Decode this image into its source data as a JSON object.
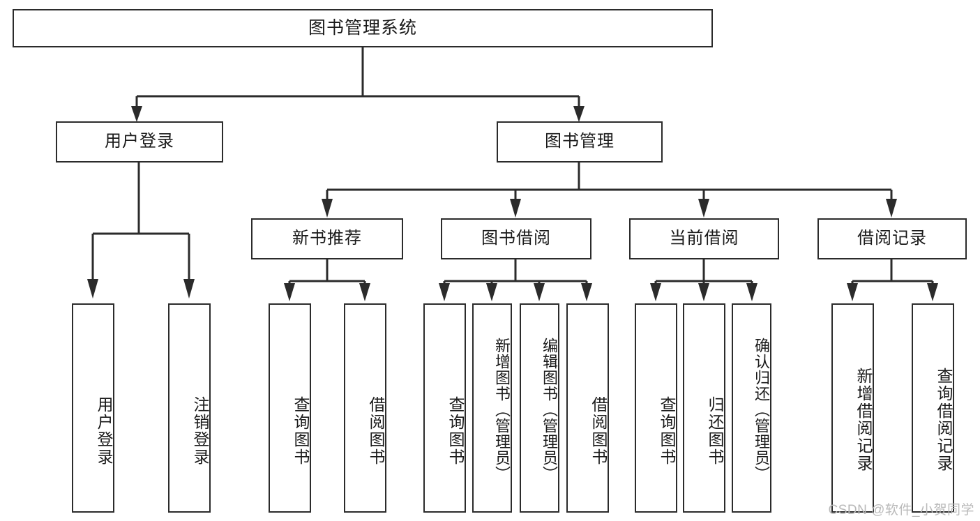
{
  "diagram": {
    "title": "图书管理系统",
    "type": "tree",
    "watermark": "CSDN @软件_小贺同学",
    "accent_color": "#2b2b2b",
    "background_color": "#ffffff",
    "levels": {
      "root": {
        "label": "图书管理系统"
      },
      "level2": [
        {
          "id": "user-login",
          "label": "用户登录"
        },
        {
          "id": "book-manage",
          "label": "图书管理"
        }
      ],
      "level3": [
        {
          "id": "new-book-rec",
          "label": "新书推荐",
          "parent": "book-manage"
        },
        {
          "id": "book-borrow",
          "label": "图书借阅",
          "parent": "book-manage"
        },
        {
          "id": "current-borrow",
          "label": "当前借阅",
          "parent": "book-manage"
        },
        {
          "id": "borrow-record",
          "label": "借阅记录",
          "parent": "book-manage"
        }
      ],
      "leaves": [
        {
          "id": "leaf-user-login",
          "label": "用户登录",
          "parent": "user-login"
        },
        {
          "id": "leaf-user-logout",
          "label": "注销登录",
          "parent": "user-login"
        },
        {
          "id": "leaf-query-book-1",
          "label": "查询图书",
          "parent": "new-book-rec"
        },
        {
          "id": "leaf-borrow-book-1",
          "label": "借阅图书",
          "parent": "new-book-rec"
        },
        {
          "id": "leaf-query-book-2",
          "label": "查询图书",
          "parent": "book-borrow"
        },
        {
          "id": "leaf-add-book",
          "label": "新增图书（管理员）",
          "parent": "book-borrow"
        },
        {
          "id": "leaf-edit-book",
          "label": "编辑图书（管理员）",
          "parent": "book-borrow"
        },
        {
          "id": "leaf-borrow-book-2",
          "label": "借阅图书",
          "parent": "book-borrow"
        },
        {
          "id": "leaf-query-book-3",
          "label": "查询图书",
          "parent": "current-borrow"
        },
        {
          "id": "leaf-return-book",
          "label": "归还图书",
          "parent": "current-borrow"
        },
        {
          "id": "leaf-confirm-return",
          "label": "确认归还（管理员）",
          "parent": "current-borrow"
        },
        {
          "id": "leaf-add-record",
          "label": "新增借阅记录",
          "parent": "borrow-record"
        },
        {
          "id": "leaf-query-record",
          "label": "查询借阅记录",
          "parent": "borrow-record"
        }
      ]
    }
  }
}
